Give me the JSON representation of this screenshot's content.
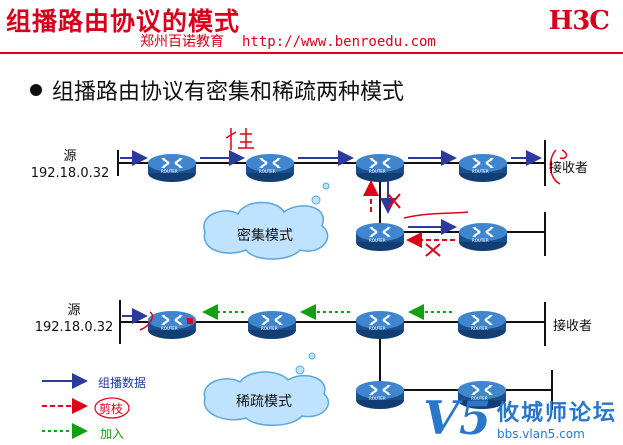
{
  "header": {
    "title": "组播路由协议的模式",
    "logo": "H3C",
    "watermark_name": "郑州百诺教育",
    "watermark_url": "http://www.benroedu.com"
  },
  "headline": {
    "text": "组播路由协议有密集和稀疏两种模式"
  },
  "router_label": "ROUTER",
  "dense": {
    "source_label": "源",
    "source_ip": "192.18.0.32",
    "receiver_label": "接收者",
    "cloud_label": "密集模式"
  },
  "sparse": {
    "source_label": "源",
    "source_ip": "192.18.0.32",
    "receiver_label": "接收者",
    "cloud_label": "稀疏模式"
  },
  "legend": {
    "multicast": "组播数据",
    "prune": "剪枝",
    "join": "加入"
  },
  "footer": {
    "brand": "V5",
    "site_name": "攸城师论坛",
    "site_url": "bbs.vlan5.com"
  },
  "colors": {
    "accent": "#d6001c",
    "flow_arrow": "#2b3a9c",
    "prune": "#e0001a",
    "join": "#12a012",
    "router": "#1e63a8"
  }
}
